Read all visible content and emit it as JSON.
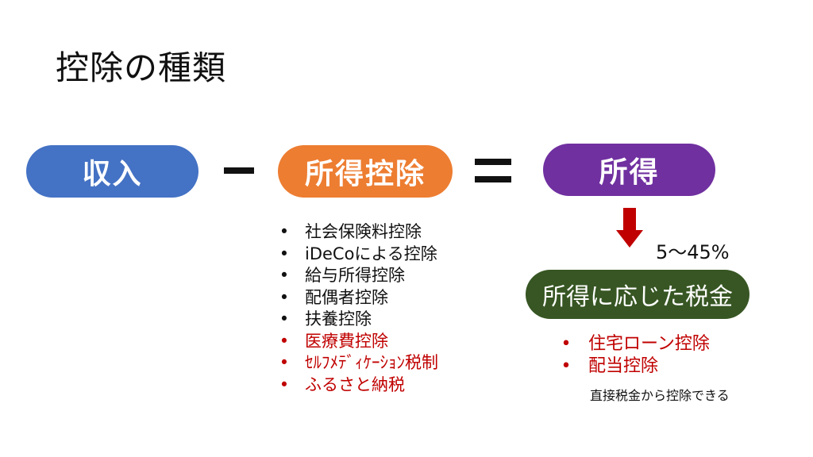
{
  "title": "控除の種類",
  "colors": {
    "income": "#4472C4",
    "deduction": "#ED7D31",
    "taxable": "#7030A0",
    "tax": "#375623",
    "highlight": "#C00000",
    "arrow": "#C00000",
    "text": "#111111"
  },
  "formula": {
    "income": "収入",
    "deduction": "所得控除",
    "taxable": "所得"
  },
  "deductions": {
    "bullet": "•",
    "items": [
      {
        "label": "社会保険料控除",
        "highlight": false
      },
      {
        "label": "iDeCoによる控除",
        "highlight": false
      },
      {
        "label": "給与所得控除",
        "highlight": false
      },
      {
        "label": "配偶者控除",
        "highlight": false
      },
      {
        "label": "扶養控除",
        "highlight": false
      },
      {
        "label": "医療費控除",
        "highlight": true
      },
      {
        "label": "ｾﾙﾌﾒﾃﾞｨｹｰｼｮﾝ税制",
        "highlight": true
      },
      {
        "label": "ふるさと納税",
        "highlight": true
      }
    ]
  },
  "rate": "5〜45%",
  "tax": "所得に応じた税金",
  "tax_credits": {
    "items": [
      {
        "label": "住宅ローン控除",
        "highlight": true
      },
      {
        "label": "配当控除",
        "highlight": true
      }
    ],
    "note": "直接税金から控除できる"
  }
}
